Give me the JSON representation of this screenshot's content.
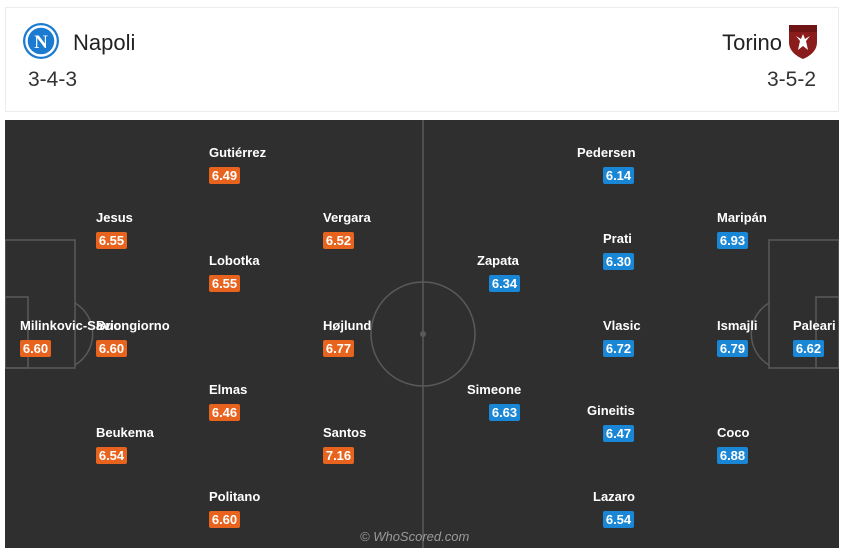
{
  "home": {
    "name": "Napoli",
    "formation": "3-4-3",
    "color": "#e8641e",
    "crest_icon": "napoli-crest-icon",
    "players": [
      {
        "name": "Milinkovic-Savic",
        "rating": "6.60"
      },
      {
        "name": "Buongiorno",
        "rating": "6.60"
      },
      {
        "name": "Jesus",
        "rating": "6.55"
      },
      {
        "name": "Beukema",
        "rating": "6.54"
      },
      {
        "name": "Gutiérrez",
        "rating": "6.49"
      },
      {
        "name": "Lobotka",
        "rating": "6.55"
      },
      {
        "name": "Elmas",
        "rating": "6.46"
      },
      {
        "name": "Politano",
        "rating": "6.60"
      },
      {
        "name": "Vergara",
        "rating": "6.52"
      },
      {
        "name": "Højlund",
        "rating": "6.77"
      },
      {
        "name": "Santos",
        "rating": "7.16"
      }
    ]
  },
  "away": {
    "name": "Torino",
    "formation": "3-5-2",
    "color": "#1a86d6",
    "crest_icon": "torino-crest-icon",
    "players": [
      {
        "name": "Paleari",
        "rating": "6.62"
      },
      {
        "name": "Maripán",
        "rating": "6.93"
      },
      {
        "name": "Ismajli",
        "rating": "6.79"
      },
      {
        "name": "Coco",
        "rating": "6.88"
      },
      {
        "name": "Pedersen",
        "rating": "6.14"
      },
      {
        "name": "Prati",
        "rating": "6.30"
      },
      {
        "name": "Vlasic",
        "rating": "6.72"
      },
      {
        "name": "Gineitis",
        "rating": "6.47"
      },
      {
        "name": "Lazaro",
        "rating": "6.54"
      },
      {
        "name": "Zapata",
        "rating": "6.34"
      },
      {
        "name": "Simeone",
        "rating": "6.63"
      }
    ]
  },
  "watermark": "© WhoScored.com"
}
